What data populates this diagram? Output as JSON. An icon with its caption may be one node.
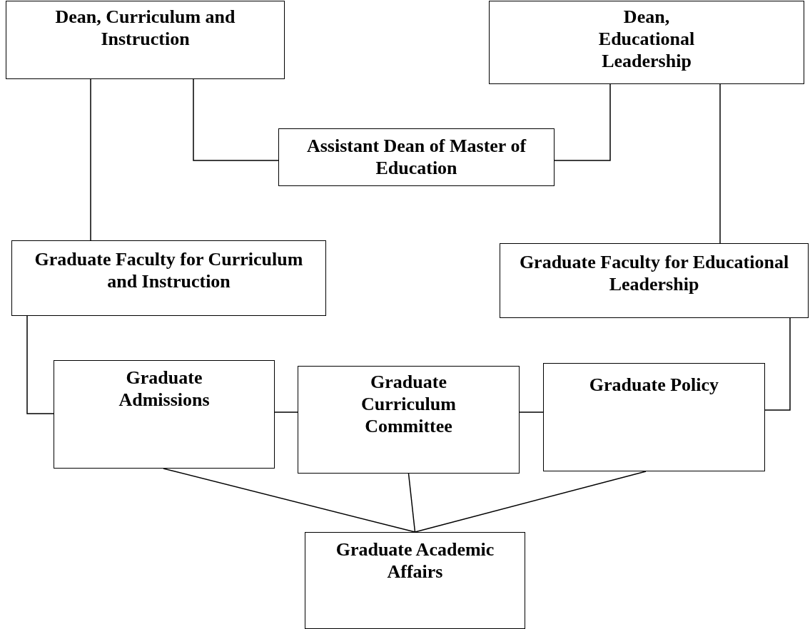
{
  "diagram": {
    "nodes": [
      {
        "text": [
          "Dean, Curriculum and Instruction"
        ]
      },
      {
        "text": [
          "Dean, Educational Leadership"
        ]
      },
      {
        "text": [
          "Assistant Dean of Master of Education"
        ]
      },
      {
        "text": [
          "Graduate Faculty for Curriculum and Instruction"
        ]
      },
      {
        "text": [
          "Graduate Faculty for Educational Leadership"
        ]
      },
      {
        "text": [
          "Graduate Admissions"
        ]
      },
      {
        "text": [
          "Graduate Curriculum Committee"
        ]
      },
      {
        "text": [
          "Graduate Policy"
        ]
      },
      {
        "text": [
          "Graduate Academic Affairs"
        ]
      }
    ],
    "edges": [
      {
        "from": 0,
        "to": 3,
        "arrow": "none"
      },
      {
        "from": 0,
        "to": 2,
        "arrow": "none"
      },
      {
        "from": 1,
        "to": 2,
        "arrow": "none"
      },
      {
        "from": 1,
        "to": 4,
        "arrow": "none"
      },
      {
        "from": 3,
        "to": 5,
        "arrow": "none"
      },
      {
        "from": 4,
        "to": 7,
        "arrow": "none"
      },
      {
        "from": 5,
        "to": 6,
        "arrow": "none"
      },
      {
        "from": 6,
        "to": 7,
        "arrow": "none"
      },
      {
        "from": 5,
        "to": 8,
        "arrow": "none"
      },
      {
        "from": 6,
        "to": 8,
        "arrow": "none"
      },
      {
        "from": 7,
        "to": 8,
        "arrow": "none"
      }
    ]
  }
}
